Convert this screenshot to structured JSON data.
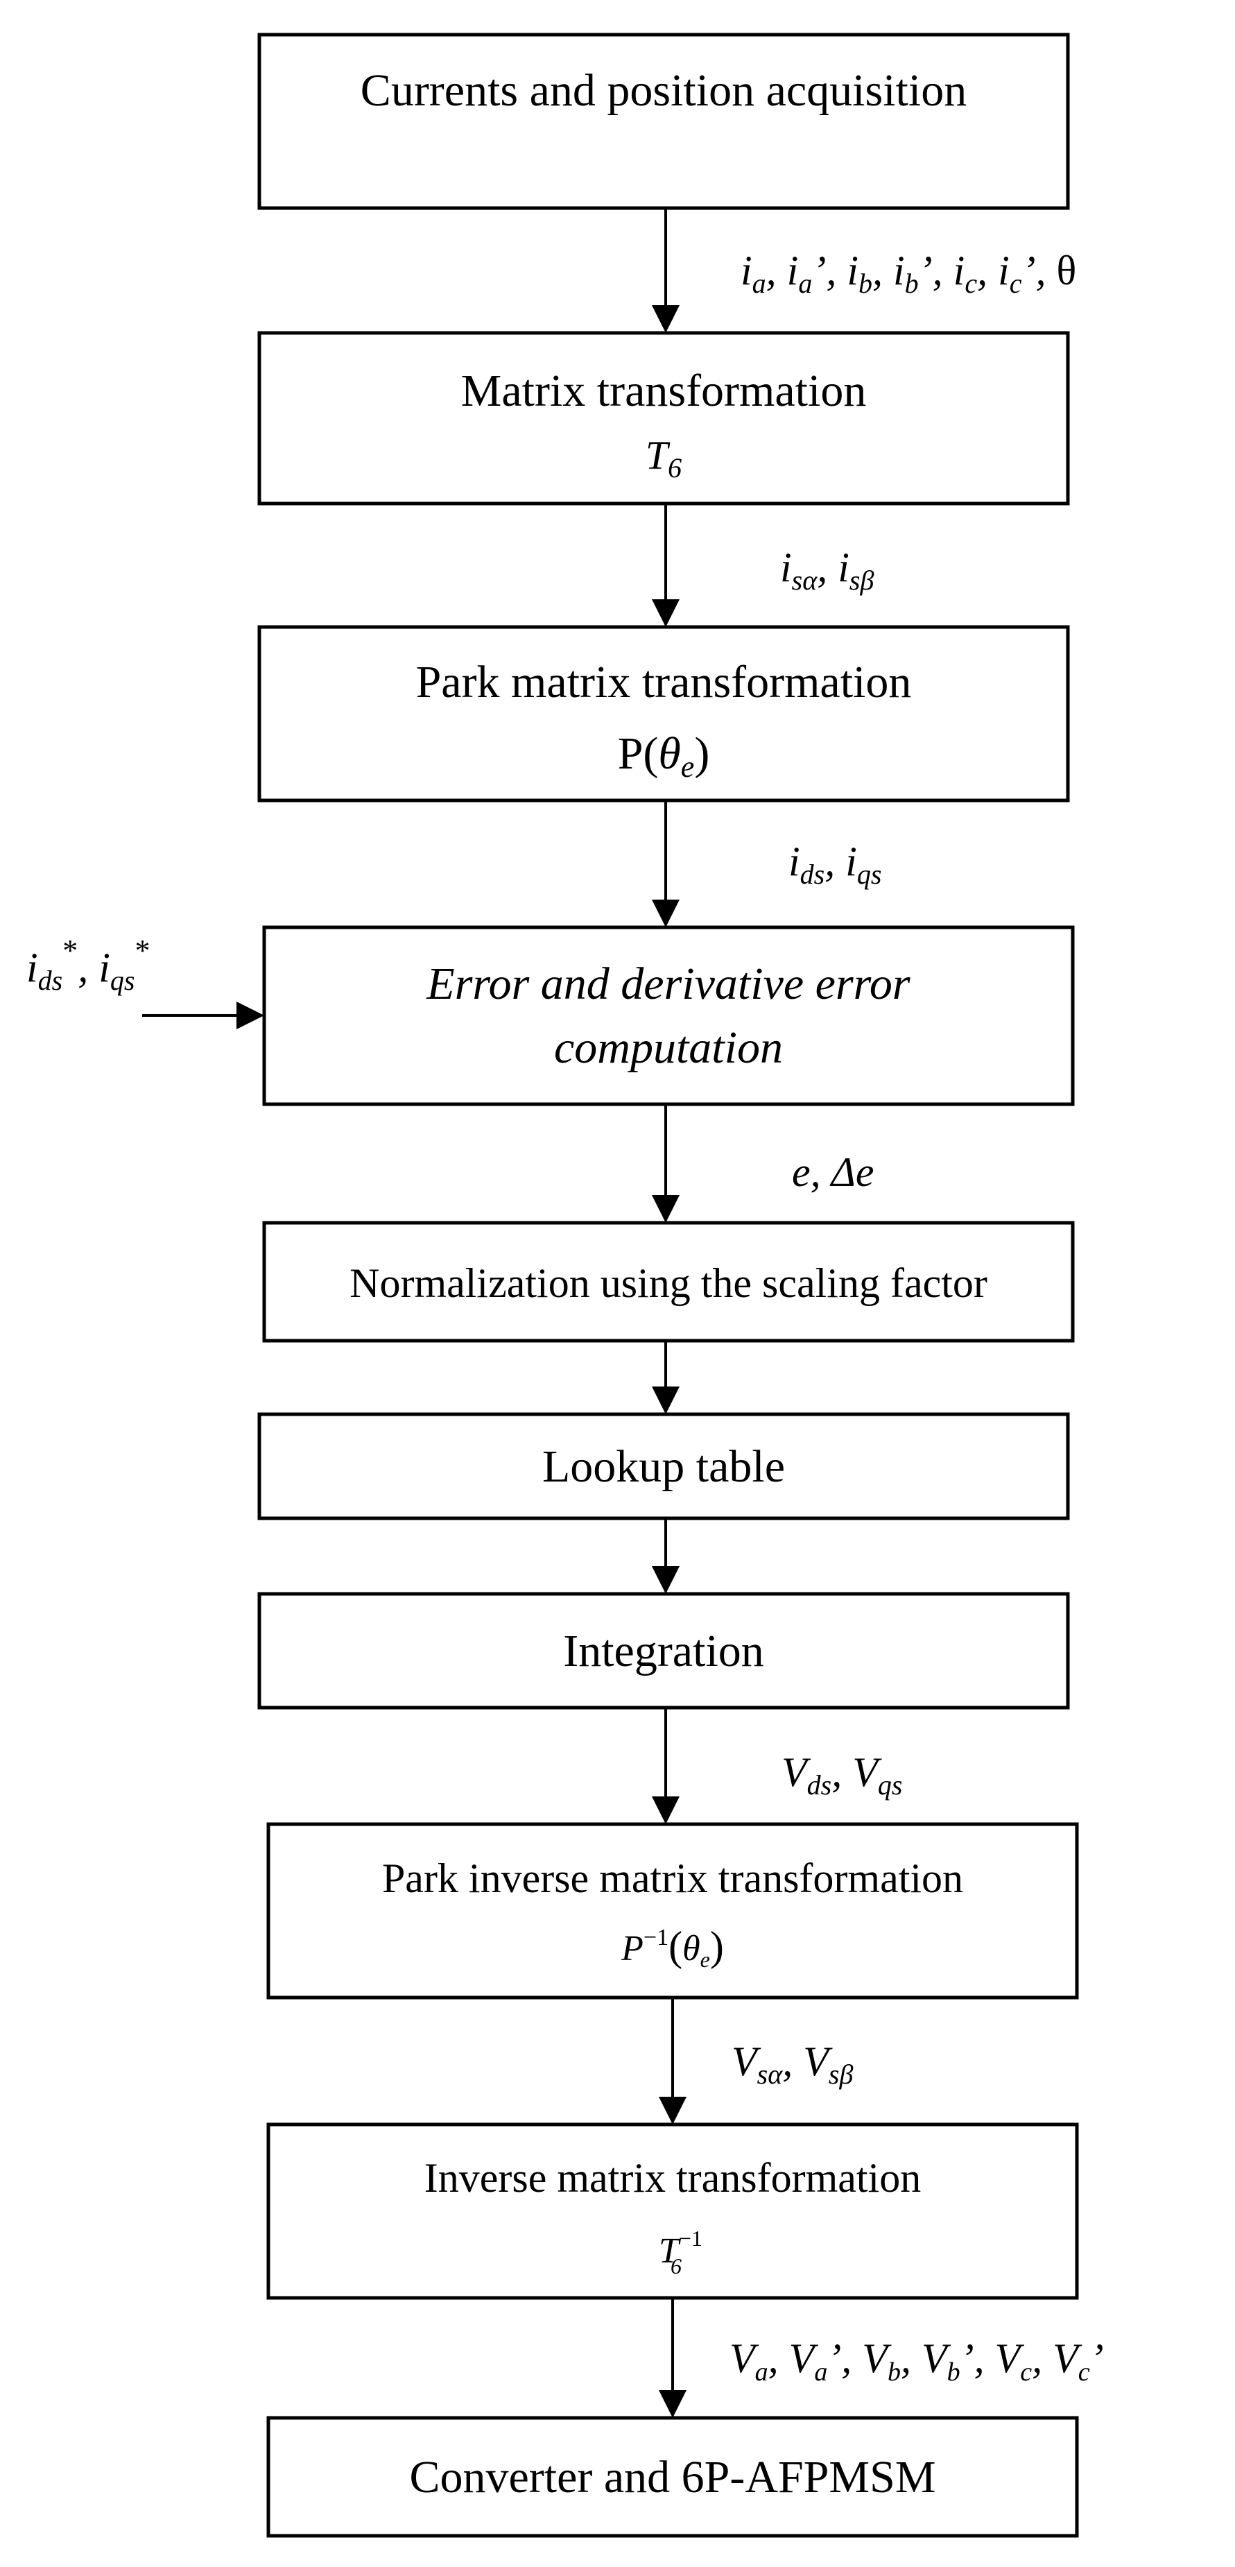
{
  "boxes": [
    {
      "title": "Currents and position acquisition"
    },
    {
      "title": "Matrix transformation",
      "symbol": "T",
      "symbol_sub": "6"
    },
    {
      "title": "Park matrix transformation",
      "symbol": "P(",
      "symbol_var": "θ",
      "symbol_sub": "e",
      "symbol_close": ")"
    },
    {
      "title_line1": "Error and derivative error",
      "title_line2": "computation"
    },
    {
      "title": "Normalization using the scaling factor"
    },
    {
      "title": "Lookup table"
    },
    {
      "title": "Integration"
    },
    {
      "title": "Park inverse matrix transformation",
      "symbol": "P",
      "symbol_sup": "−1",
      "symbol_var": "θ",
      "symbol_sub": "e"
    },
    {
      "title": "Inverse matrix transformation",
      "symbol": "T",
      "symbol_sup": "−1",
      "symbol_sub": "6"
    },
    {
      "title": "Converter and 6P-AFPMSM"
    }
  ],
  "signals": {
    "s1": {
      "a": "i",
      "a_sub": "a",
      "b": "i",
      "b_sub": "a",
      "b_prime": "’",
      "c": "i",
      "c_sub": "b",
      "d": "i",
      "d_sub": "b",
      "d_prime": "’",
      "e": "i",
      "e_sub": "c",
      "f": "i",
      "f_sub": "c",
      "f_prime": "’",
      "theta": "θ",
      "sep": ", "
    },
    "s2": {
      "a": "i",
      "a_sub": "sα",
      "b": "i",
      "b_sub": "sβ",
      "sep": ", "
    },
    "s3": {
      "a": "i",
      "a_sub": "ds",
      "b": "i",
      "b_sub": "qs",
      "sep": ", "
    },
    "ref": {
      "a": "i",
      "a_sub": "ds",
      "a_sup": "*",
      "b": "i",
      "b_sub": "qs",
      "b_sup": "*",
      "sep": ", "
    },
    "s4": {
      "a": "e",
      "b": "Δe",
      "sep": ", "
    },
    "s5": {
      "a": "V",
      "a_sub": "ds",
      "b": "V",
      "b_sub": "qs",
      "sep": ", "
    },
    "s6": {
      "a": "V",
      "a_sub": "sα",
      "b": "V",
      "b_sub": "sβ",
      "sep": ", "
    },
    "s7": {
      "a": "V",
      "a_sub": "a",
      "b": "V",
      "b_sub": "a",
      "b_prime": "’",
      "c": "V",
      "c_sub": "b",
      "d": "V",
      "d_sub": "b",
      "d_prime": "’",
      "e": "V",
      "e_sub": "c",
      "f": "V",
      "f_sub": "c",
      "f_prime": "’",
      "sep": ", "
    }
  }
}
